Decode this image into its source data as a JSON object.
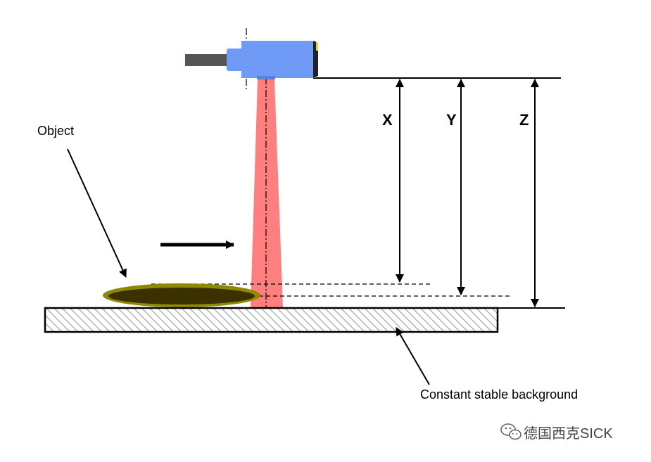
{
  "labels": {
    "object": "Object",
    "background": "Constant stable background",
    "dim_x": "X",
    "dim_y": "Y",
    "dim_z": "Z"
  },
  "watermark": {
    "text": "德国西克SICK",
    "icon": "wechat-icon"
  },
  "colors": {
    "sensor_body": "#6f9af5",
    "sensor_cable": "#555555",
    "sensor_cap": "#e8d03a",
    "laser_beam": "#ff7f7f",
    "object_fill": "#3a3000",
    "object_outline": "#8d8a00",
    "hatch": "#999999",
    "line": "#000000"
  }
}
